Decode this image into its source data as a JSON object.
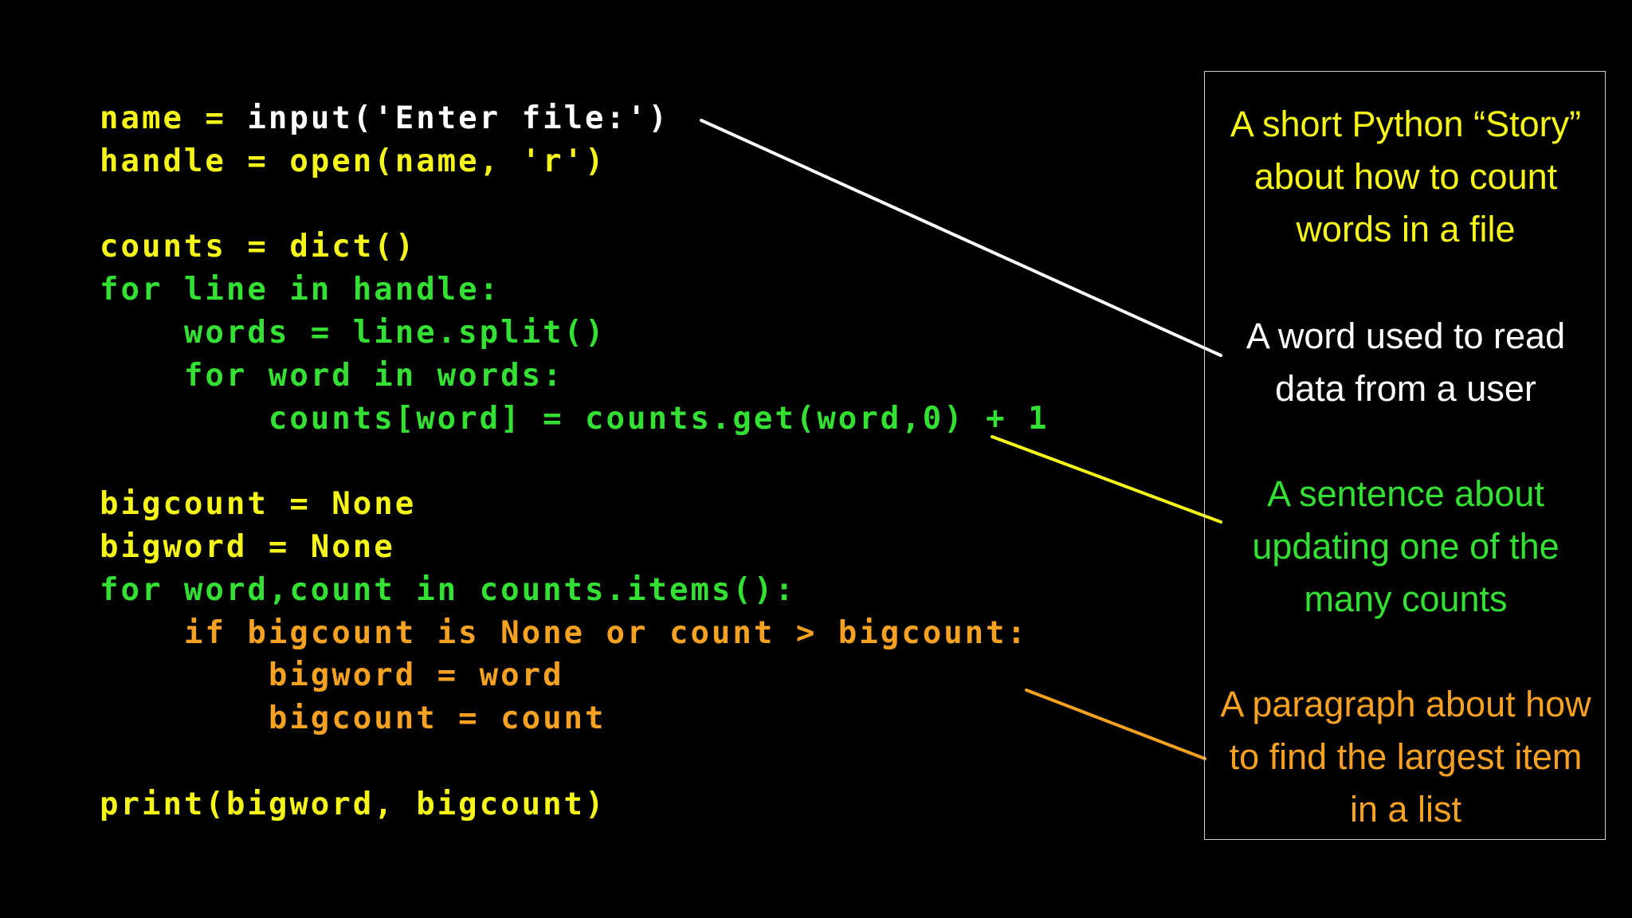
{
  "colors": {
    "background": "#000000",
    "yellow": "#f5f51a",
    "white": "#ffffff",
    "green": "#33e033",
    "orange": "#f5a122",
    "box_border": "#cfcfcf"
  },
  "code": {
    "lines": [
      [
        {
          "text": "name = ",
          "color": "yellow"
        },
        {
          "text": "input('Enter file:')",
          "color": "white"
        }
      ],
      [
        {
          "text": "handle = open(name, 'r')",
          "color": "yellow"
        }
      ],
      [],
      [
        {
          "text": "counts = dict()",
          "color": "yellow"
        }
      ],
      [
        {
          "text": "for line in handle:",
          "color": "green"
        }
      ],
      [
        {
          "text": "    words = line.split()",
          "color": "green"
        }
      ],
      [
        {
          "text": "    for word in words:",
          "color": "green"
        }
      ],
      [
        {
          "text": "        counts[word] = counts.get(word,0) + 1",
          "color": "green"
        }
      ],
      [],
      [
        {
          "text": "bigcount = None",
          "color": "yellow"
        }
      ],
      [
        {
          "text": "bigword = None",
          "color": "yellow"
        }
      ],
      [
        {
          "text": "for word,count in counts.items():",
          "color": "green"
        }
      ],
      [
        {
          "text": "    if bigcount is None or count > bigcount:",
          "color": "orange"
        }
      ],
      [
        {
          "text": "        bigword = word",
          "color": "orange"
        }
      ],
      [
        {
          "text": "        bigcount = count",
          "color": "orange"
        }
      ],
      [],
      [
        {
          "text": "print(bigword, bigcount)",
          "color": "yellow"
        }
      ]
    ]
  },
  "annotations": {
    "story": "A short Python “Story”\nabout how to count\nwords in a file",
    "word": "A word used to read\ndata from a user",
    "sentence": "A sentence about\nupdating one of the\nmany counts",
    "paragraph": "A paragraph about how\nto find the largest item\nin a list"
  },
  "connectors": [
    {
      "name": "connector-word",
      "color": "white"
    },
    {
      "name": "connector-sentence",
      "color": "yellow"
    },
    {
      "name": "connector-paragraph",
      "color": "orange"
    }
  ]
}
